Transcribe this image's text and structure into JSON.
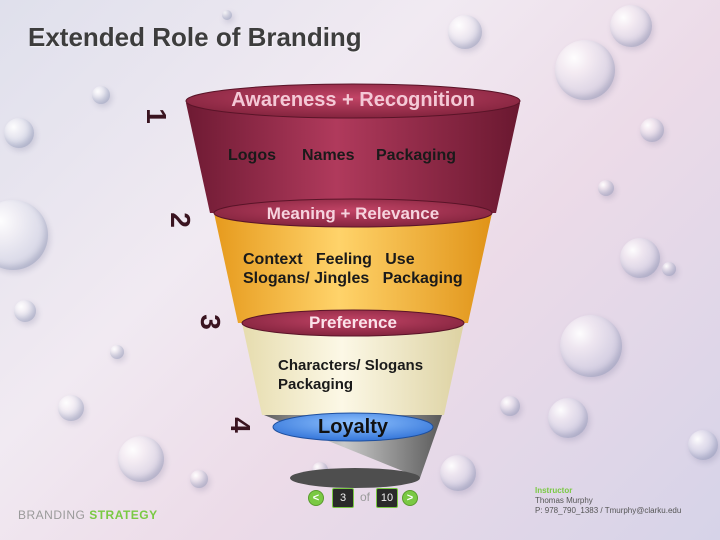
{
  "title": "Extended Role of Branding",
  "stages": [
    {
      "number": "1",
      "heading": "Awareness + Recognition",
      "items": [
        "Logos",
        "Names",
        "Packaging"
      ]
    },
    {
      "number": "2",
      "heading": "Meaning + Relevance",
      "items_line1": "Context   Feeling   Use",
      "items_line2": "Slogans/ Jingles   Packaging"
    },
    {
      "number": "3",
      "heading": "Preference",
      "items_line1": "Characters/ Slogans",
      "items_line2": "Packaging"
    },
    {
      "number": "4",
      "heading": "Loyalty"
    }
  ],
  "footer": {
    "brand_word1": "BRANDING",
    "brand_word2": "STRATEGY",
    "prev": "<",
    "next": ">",
    "current_page": "3",
    "of_label": "of",
    "total_pages": "10"
  },
  "instructor": {
    "role": "Instructor",
    "name": "Thomas  Murphy",
    "contact": "P:  978_790_1383 / Tmurphy@clarku.edu"
  },
  "colors": {
    "stage1": "#8b2540",
    "stage2": "#f2b632",
    "stage3": "#f3ecc8",
    "stage4": "#8a8a8a",
    "cap_blue": "#3b7fe0",
    "accent_green": "#7ac943"
  }
}
